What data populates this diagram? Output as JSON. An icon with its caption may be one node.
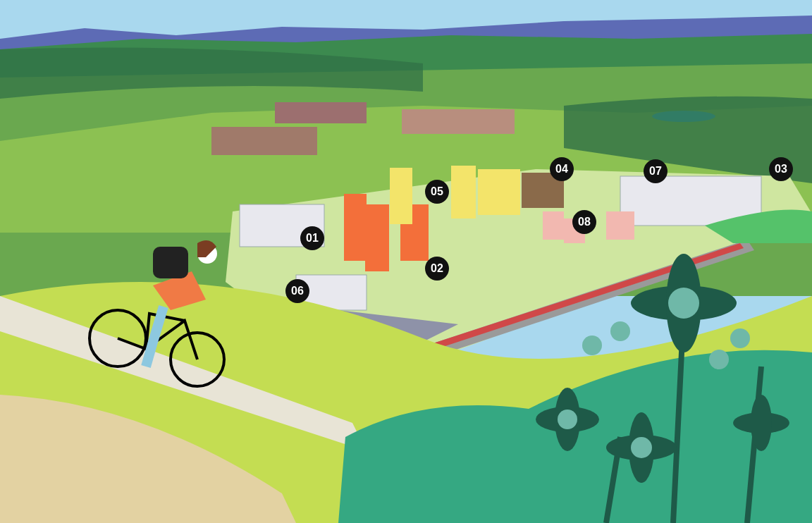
{
  "diagram": {
    "labels": [
      "04",
      "07",
      "03",
      "05",
      "08",
      "01",
      "02",
      "06"
    ]
  }
}
